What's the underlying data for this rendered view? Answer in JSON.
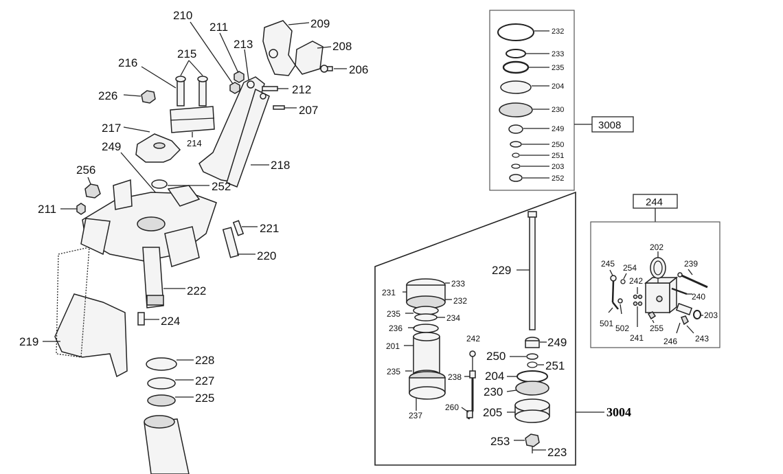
{
  "assembly_labels": {
    "kit_3008": "3008",
    "kit_3004": "3004",
    "kit_244": "244"
  },
  "parts_left": [
    "210",
    "211",
    "209",
    "213",
    "208",
    "215",
    "216",
    "206",
    "226",
    "212",
    "207",
    "217",
    "214",
    "249",
    "218",
    "256",
    "252",
    "211",
    "221",
    "220",
    "222",
    "224",
    "219",
    "228",
    "227",
    "225"
  ],
  "kit_3008_parts": [
    "232",
    "233",
    "235",
    "204",
    "230",
    "249",
    "250",
    "251",
    "203",
    "252"
  ],
  "kit_3004_parts": [
    "229",
    "233",
    "231",
    "232",
    "235",
    "234",
    "236",
    "201",
    "242",
    "249",
    "250",
    "251",
    "235",
    "238",
    "204",
    "230",
    "237",
    "260",
    "205",
    "253",
    "223"
  ],
  "kit_244_parts": [
    "202",
    "245",
    "254",
    "239",
    "242",
    "240",
    "501",
    "502",
    "241",
    "255",
    "203",
    "246",
    "243"
  ]
}
